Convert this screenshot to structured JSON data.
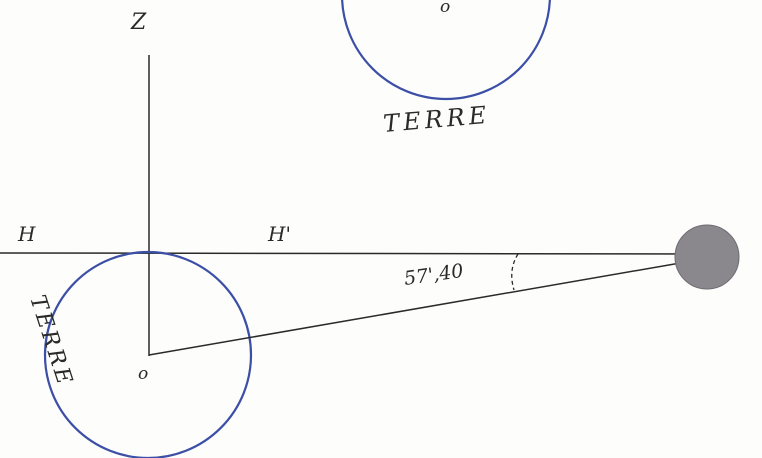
{
  "labels": {
    "zenith": "Z",
    "horizon_left": "H",
    "horizon_right": "H'",
    "angle": "57',40",
    "earth_top_caption": "TERRE",
    "earth_top_center": "o",
    "earth_bottom_caption": "TERRE",
    "earth_bottom_center": "o"
  },
  "colors": {
    "earth_outline": "#3b4fa6",
    "ink": "#2a2a2a",
    "moon_fill": "#8a878d"
  }
}
